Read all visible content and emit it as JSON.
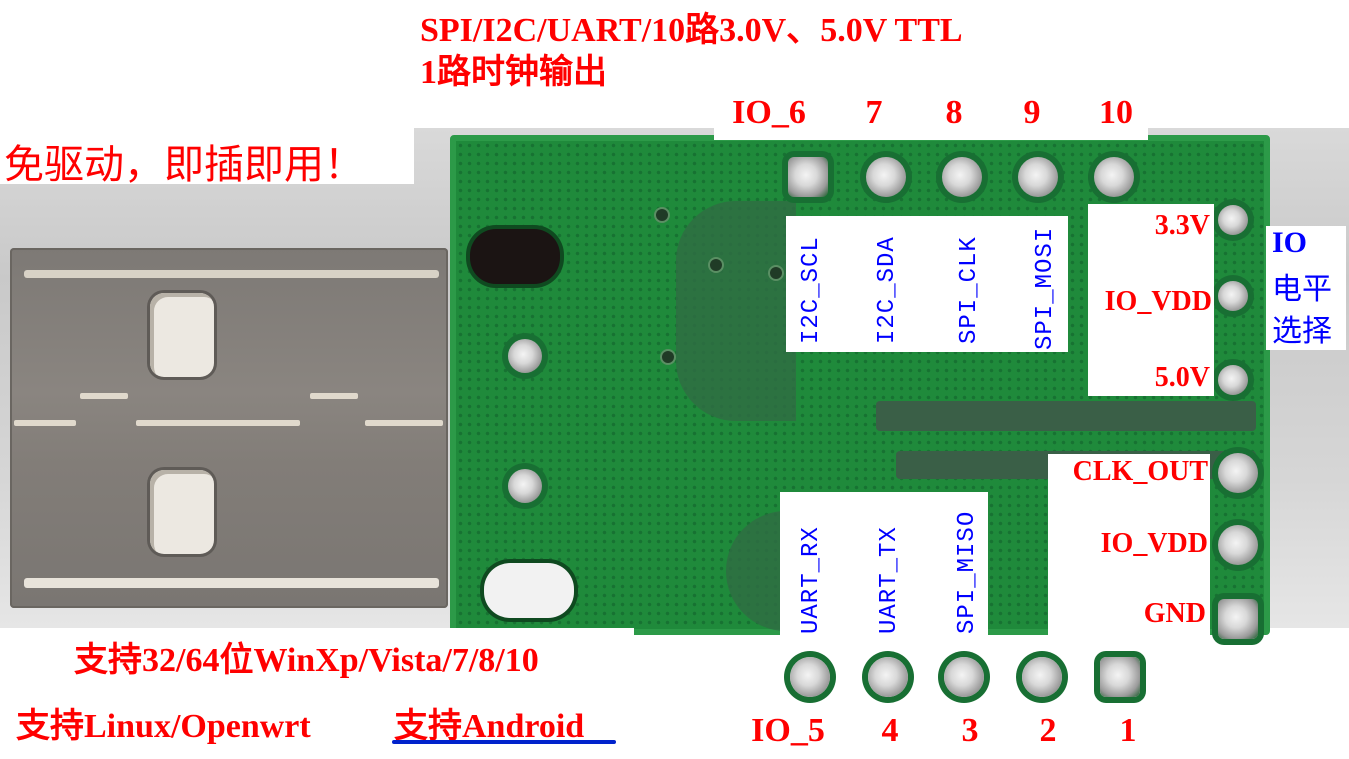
{
  "header": {
    "line1": "SPI/I2C/UART/10路3.0V、5.0V TTL",
    "line2": "1路时钟输出"
  },
  "slogan": "免驱动，即插即用！",
  "top_pins": [
    "IO_6",
    "7",
    "8",
    "9",
    "10"
  ],
  "bottom_pins": [
    "IO_5",
    "4",
    "3",
    "2",
    "1"
  ],
  "top_functions": [
    "I2C_SCL",
    "I2C_SDA",
    "SPI_CLK",
    "SPI_MOSI"
  ],
  "bottom_functions": [
    "UART_RX",
    "UART_TX",
    "SPI_MISO"
  ],
  "io_level_jumper": {
    "options": [
      "3.3V",
      "IO_VDD",
      "5.0V"
    ],
    "title_line1": "IO",
    "title_line2": "电平",
    "title_line3": "选择"
  },
  "side_header": [
    "CLK_OUT",
    "IO_VDD",
    "GND"
  ],
  "support": {
    "windows": "支持32/64位WinXp/Vista/7/8/10",
    "linux": "支持Linux/Openwrt",
    "android": "支持Android"
  },
  "colors": {
    "label_red": "#ff0000",
    "label_blue": "#0000ff",
    "pcb_green": "#1f8a3b",
    "underline_blue": "#0022cc"
  }
}
